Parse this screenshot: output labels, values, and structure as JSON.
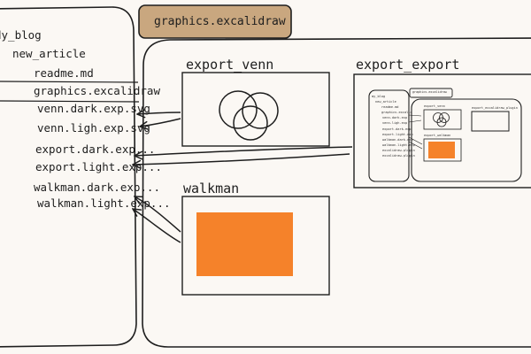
{
  "active_tab": {
    "label": "graphics.excalidraw"
  },
  "tree": {
    "items": [
      {
        "label": "dy_blog"
      },
      {
        "label": "new_article"
      },
      {
        "label": "readme.md"
      },
      {
        "label": "graphics.excalidraw"
      },
      {
        "label": "venn.dark.exp.svg"
      },
      {
        "label": "venn.ligh.exp.svg"
      },
      {
        "label": "export.dark.exp..."
      },
      {
        "label": "export.light.exp..."
      },
      {
        "label": "walkman.dark.exp..."
      },
      {
        "label": "walkman.light.exp..."
      }
    ]
  },
  "frames": {
    "venn": {
      "title": "export_venn"
    },
    "export": {
      "title": "export_export"
    },
    "walkman": {
      "title": "walkman"
    }
  },
  "mini": {
    "tab": "graphics.excalidraw",
    "tree": [
      "my_blog",
      "new_article",
      "readme.md",
      "graphics.excalid",
      "venn.dark.exp",
      "venn.ligh.exp",
      "export.dark.exp",
      "export.light.exp",
      "walkman.dark.exp",
      "walkman.light.exp",
      "excalidraw.plugin",
      "excalidraw.plugin"
    ],
    "frames": [
      {
        "title": "export_venn"
      },
      {
        "title": "export_excalidraw_plugin"
      },
      {
        "title": "export_walkman"
      }
    ]
  },
  "colors": {
    "background": "#fbf8f4",
    "tab_fill": "#c9a77f",
    "stroke": "#1e1e1e",
    "accent_orange": "#f5822a"
  }
}
